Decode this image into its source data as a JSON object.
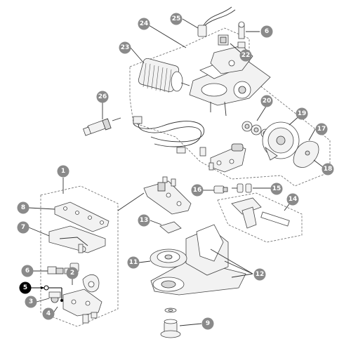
{
  "callouts": [
    "1",
    "2",
    "3",
    "4",
    "5",
    "6",
    "7",
    "8",
    "9",
    "11",
    "12",
    "13",
    "14",
    "15",
    "16",
    "17",
    "18",
    "19",
    "20",
    "22",
    "23",
    "24",
    "25",
    "26"
  ],
  "highlighted_callout": "5",
  "colors": {
    "callout": "#8a8a8a",
    "callout_active": "#000000",
    "line": "#333333",
    "background": "#ffffff"
  }
}
